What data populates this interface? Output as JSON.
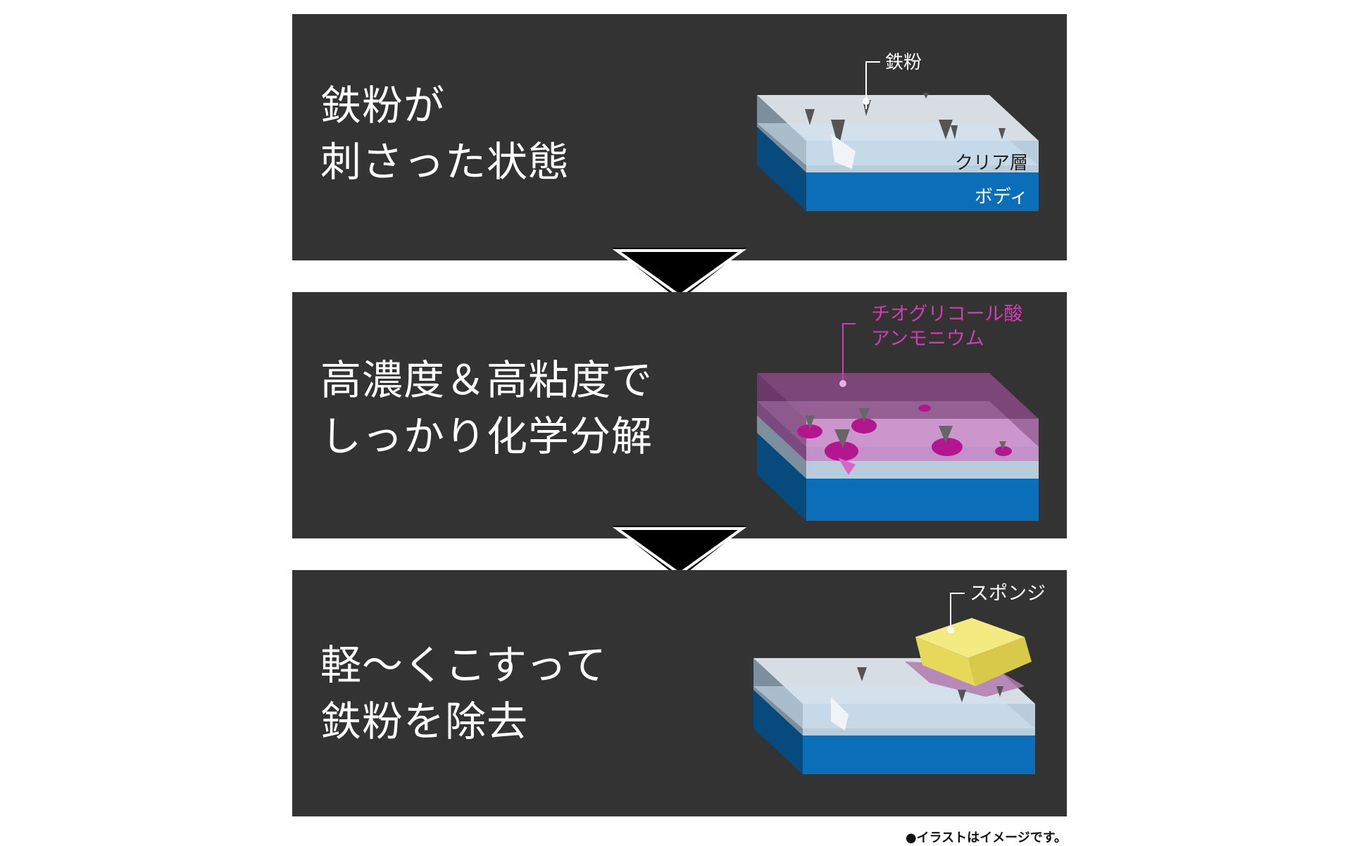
{
  "steps": [
    {
      "title_line1": "鉄粉が",
      "title_line2": "刺さった状態",
      "labels": {
        "iron": "鉄粉",
        "clear": "クリア層",
        "body": "ボディ"
      }
    },
    {
      "title_line1": "高濃度＆高粘度で",
      "title_line2": "しっかり化学分解",
      "labels": {
        "chem_line1": "チオグリコール酸",
        "chem_line2": "アンモニウム"
      }
    },
    {
      "title_line1": "軽～くこすって",
      "title_line2": "鉄粉を除去",
      "labels": {
        "sponge": "スポンジ"
      }
    }
  ],
  "footnote": "●イラストはイメージです。",
  "colors": {
    "panel": "#333333",
    "body_blue": "#0a6eb8",
    "clear_layer": "#c5d9e8",
    "chemical": "#c02c9c",
    "sponge": "#ece06a"
  }
}
